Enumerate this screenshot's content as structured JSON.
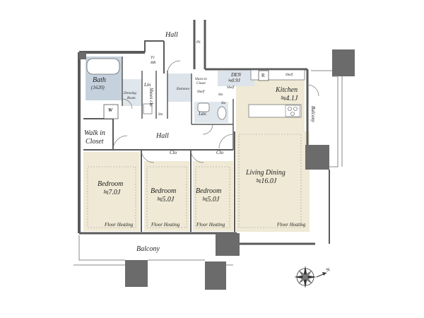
{
  "labels": {
    "hall_top": "Hall",
    "ps": "PS",
    "tv": "TV",
    "mb": "MB",
    "bath": "Bath",
    "bath_size": "(1620)",
    "lin": "Lin",
    "dressing": "Dressing",
    "dressing2": "Room",
    "washer": "W",
    "sto": "Sto",
    "shoes_clo": "Shoes clo",
    "entrance": "Entrance",
    "shoes_in": "Shoes in",
    "closet_small": "Closet",
    "shelf": "Shelf",
    "den": "DEN",
    "den_size": "≒0.9J",
    "r": "R",
    "kitchen": "Kitchen",
    "kitchen_size": "≒4.1J",
    "lav": "Lav.",
    "balcony_right": "Balcony",
    "walk_in": "Walk in",
    "closet": "Closet",
    "hall_mid": "Hall",
    "clo": "Clo",
    "bedroom": "Bedroom",
    "bed1_size": "≒7.0J",
    "bed2_size": "≒5.0J",
    "bed3_size": "≒5.0J",
    "living": "Living Dining",
    "living_size": "≒16.0J",
    "floor_heating": "Floor Heating",
    "balcony_bottom": "Balcony",
    "north": "N"
  },
  "colors": {
    "floor_beige": "#efe9d5",
    "wet_blue": "#c5d2de",
    "wall": "#5a5a5a",
    "pillar": "#6b6b6b"
  }
}
